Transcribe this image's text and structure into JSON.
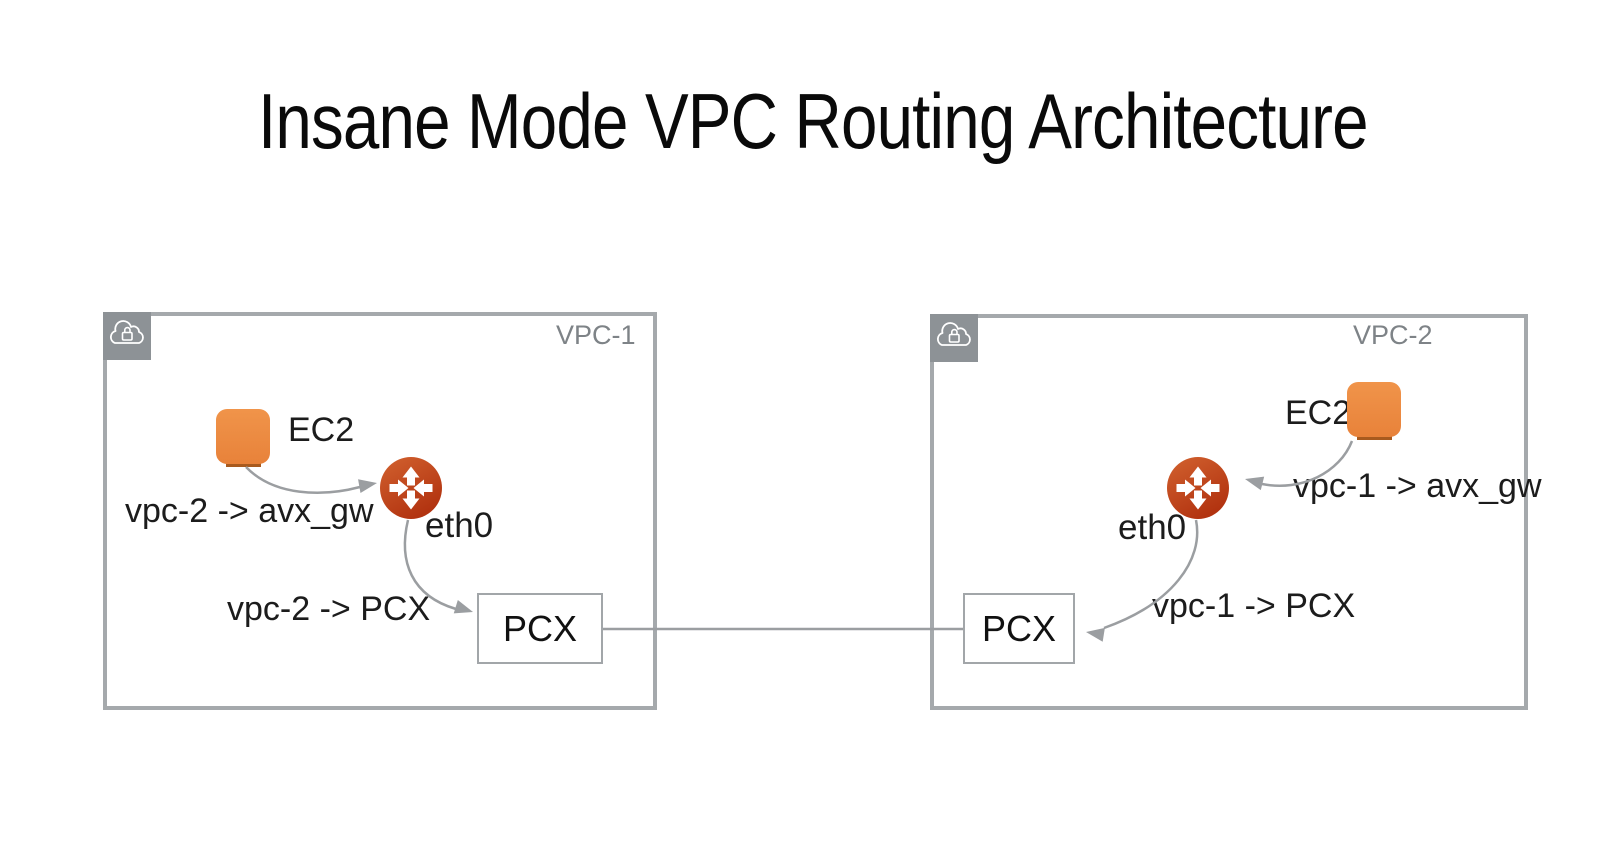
{
  "title": "Insane Mode VPC Routing Architecture",
  "vpc1": {
    "label": "VPC-1",
    "ec2_label": "EC2",
    "route_to_gateway": "vpc-2 -> avx_gw",
    "interface_label": "eth0",
    "route_to_pcx": "vpc-2 -> PCX",
    "pcx_label": "PCX"
  },
  "vpc2": {
    "label": "VPC-2",
    "ec2_label": "EC2",
    "route_to_gateway": "vpc-1 -> avx_gw",
    "interface_label": "eth0",
    "route_to_pcx": "vpc-1 -> PCX",
    "pcx_label": "PCX"
  },
  "icons": {
    "vpc_badge": "cloud-lock-icon",
    "ec2": "ec2-instance-icon",
    "gateway": "router-crossroad-icon"
  },
  "colors": {
    "frame_border": "#a5a9ac",
    "badge_background": "#8d9296",
    "vpc_label_gray": "#7e8387",
    "ec2_orange": "#ec8b3e",
    "ec2_base": "#a85a1e",
    "gateway_gradient_top": "#d2622f",
    "gateway_gradient_bottom": "#b23310",
    "arrow_gray": "#9b9ea1",
    "text": "#1c1c1c"
  }
}
